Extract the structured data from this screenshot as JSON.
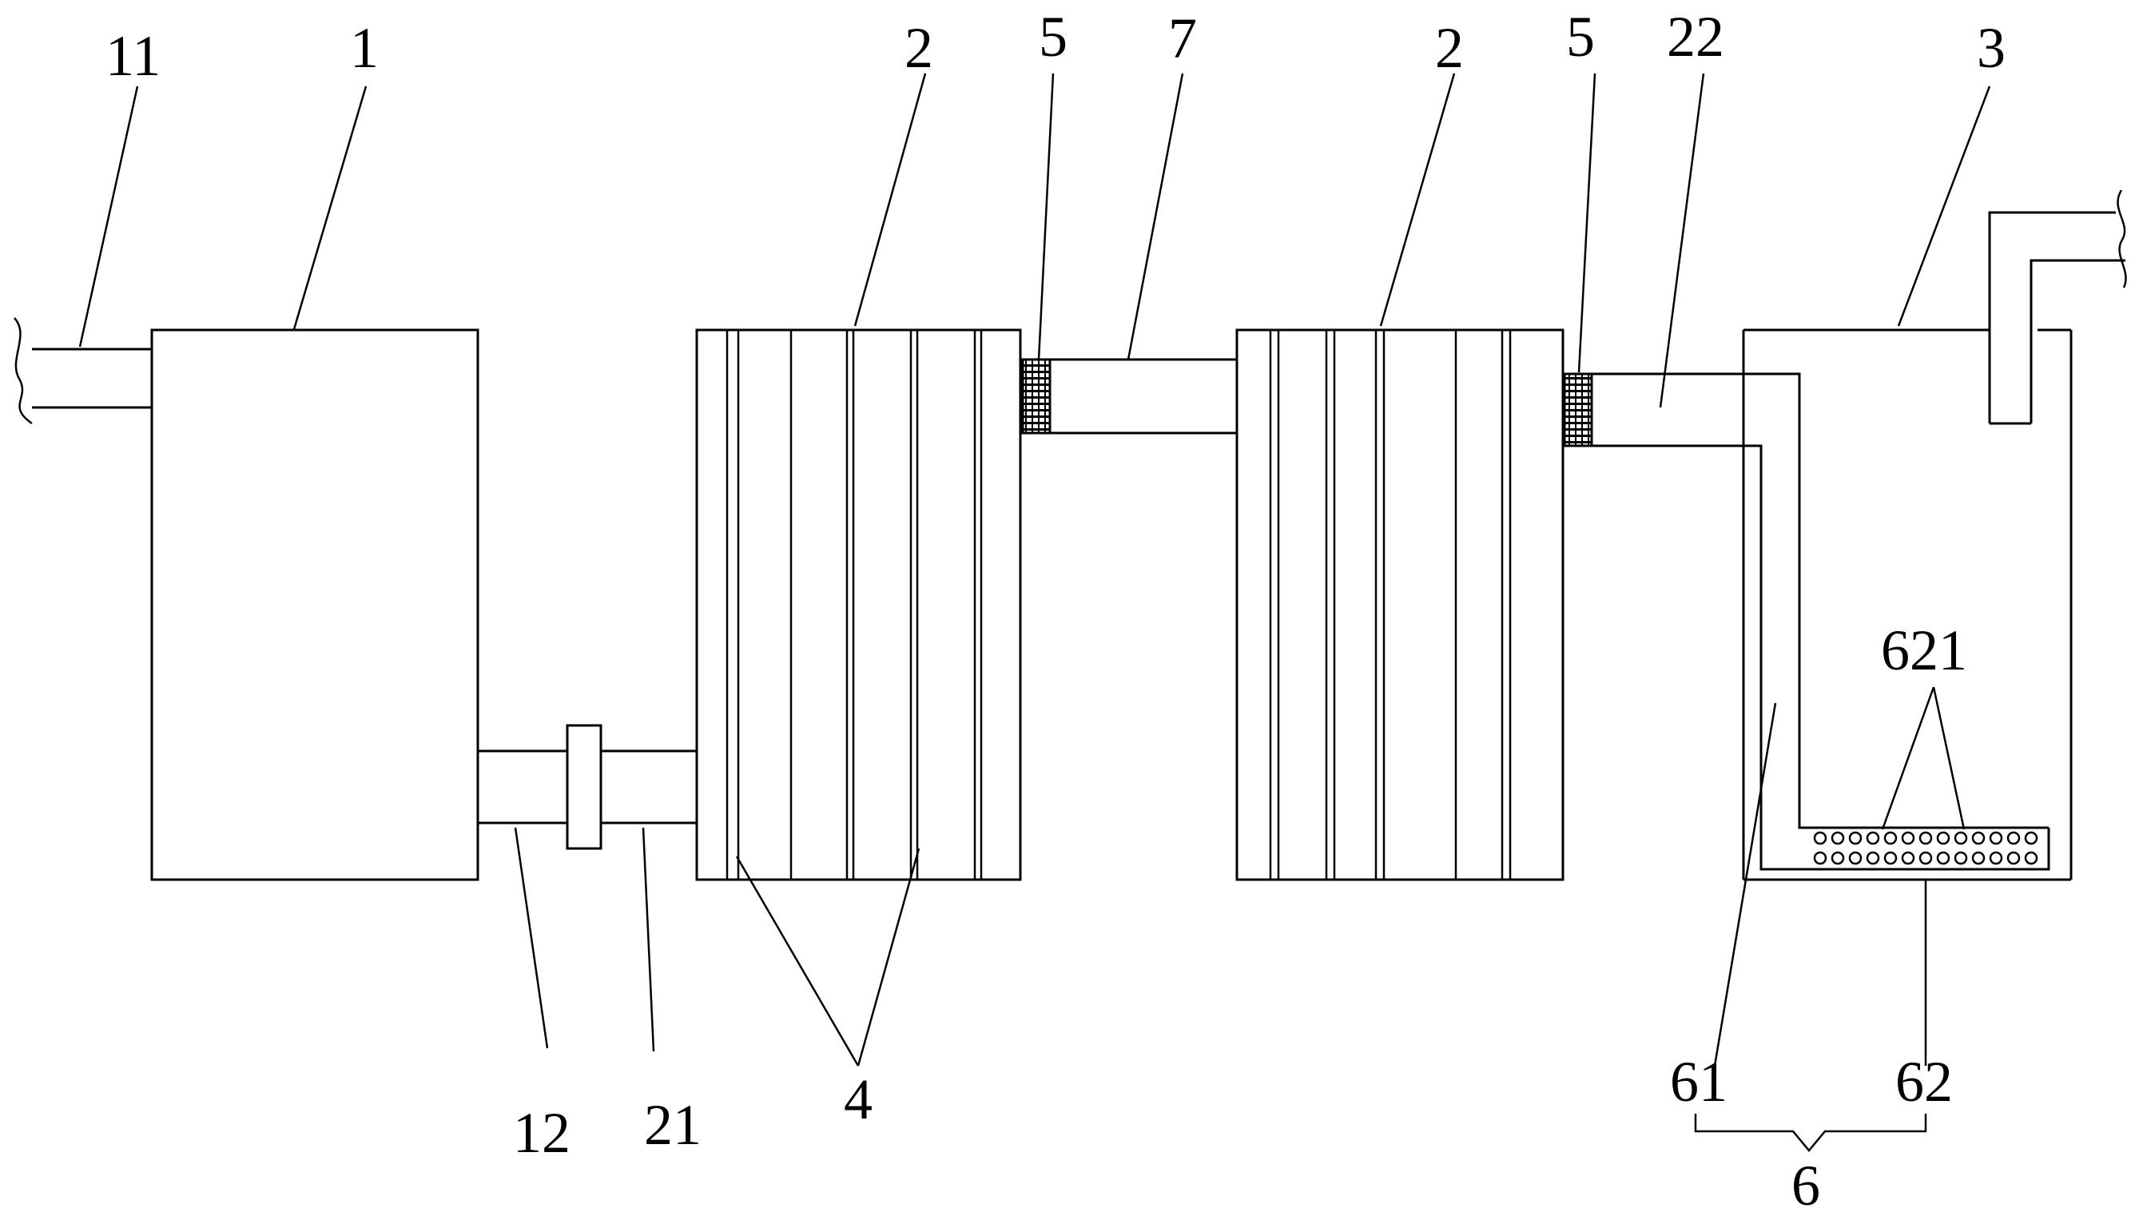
{
  "labels": {
    "l11": "11",
    "l1": "1",
    "l2a": "2",
    "l5a": "5",
    "l7": "7",
    "l2b": "2",
    "l5b": "5",
    "l22": "22",
    "l3": "3",
    "l621": "621",
    "l12": "12",
    "l21": "21",
    "l4": "4",
    "l61": "61",
    "l62": "62",
    "l6": "6"
  }
}
